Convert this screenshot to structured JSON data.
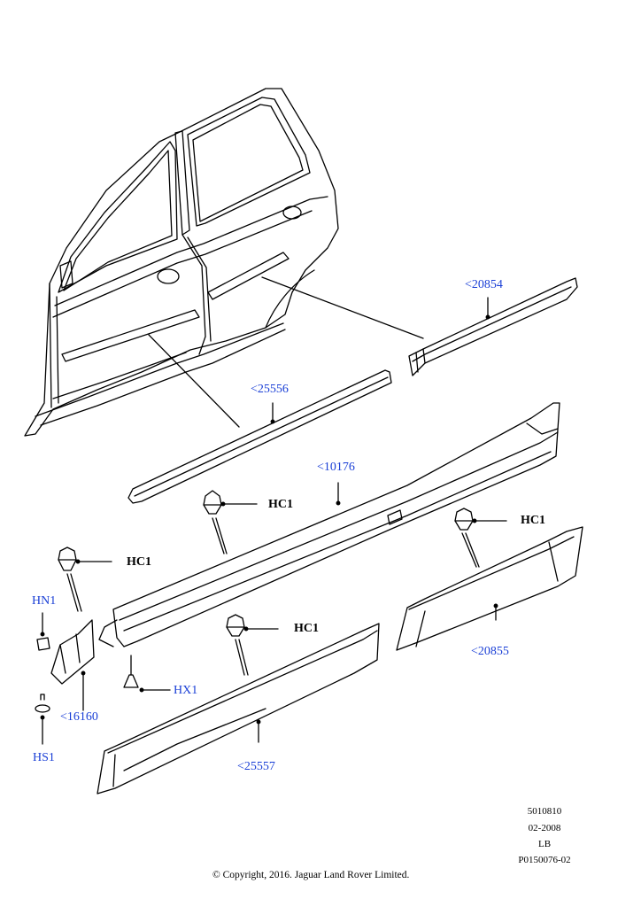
{
  "callouts": {
    "c20854": "<20854",
    "c25556": "<25556",
    "c10176": "<10176",
    "c20855": "<20855",
    "c16160": "<16160",
    "c25557": "<25557",
    "hc1_a": "HC1",
    "hc1_b": "HC1",
    "hc1_c": "HC1",
    "hc1_d": "HC1",
    "hn1": "HN1",
    "hx1": "HX1",
    "hs1": "HS1"
  },
  "meta": {
    "code": "5010810",
    "date": "02-2008",
    "region": "LB",
    "ref": "P0150076-02"
  },
  "copyright": "© Copyright, 2016. Jaguar Land Rover Limited.",
  "colors": {
    "part_number": "#1a3fd6",
    "fastener": "#000000"
  }
}
